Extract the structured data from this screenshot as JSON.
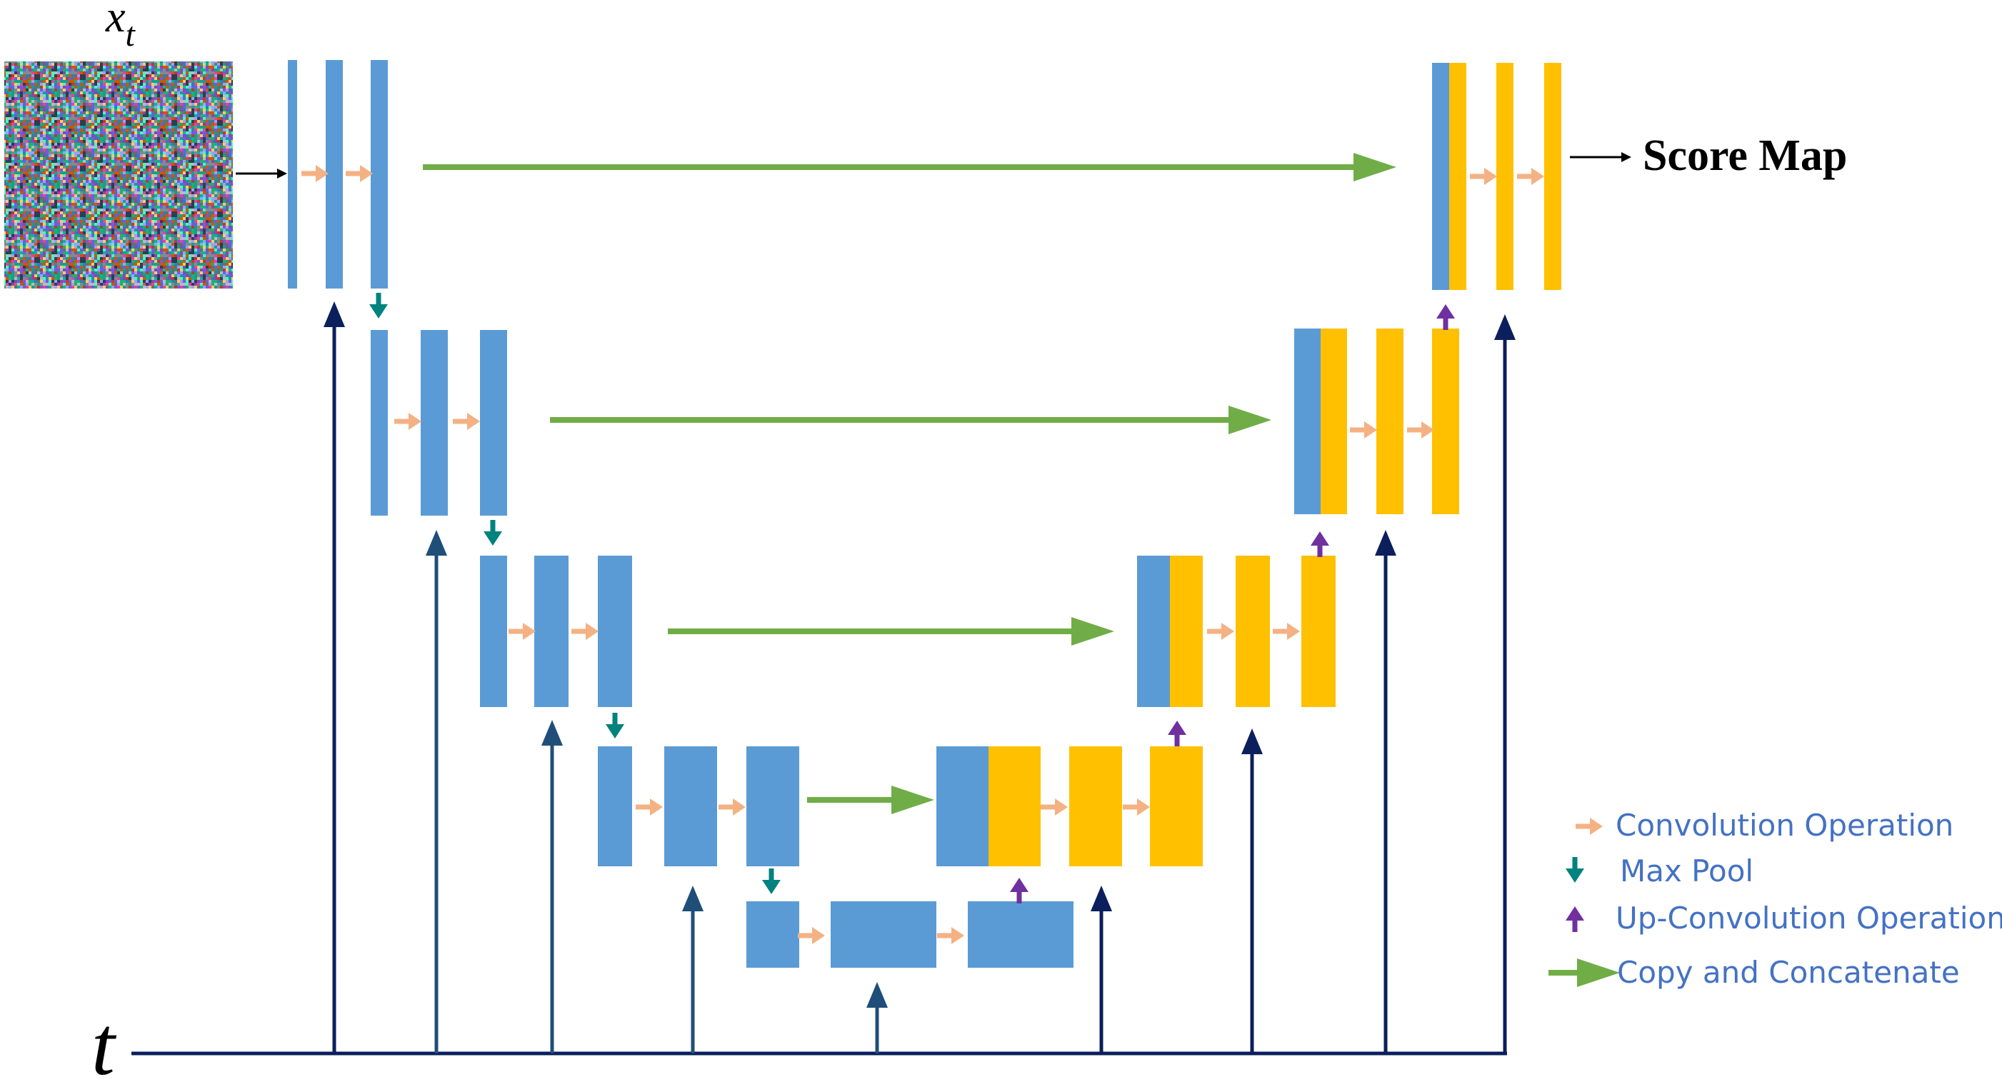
{
  "input_label": {
    "base": "x",
    "subscript": "t"
  },
  "time_label": "t",
  "output_label": "Score Map",
  "legend": {
    "conv": "Convolution Operation",
    "maxpool": "Max Pool",
    "upconv": "Up-Convolution Operation",
    "copy": "Copy and Concatenate"
  },
  "colors": {
    "encoder": "#5b9bd5",
    "decoder": "#ffc000",
    "conv_arrow": "#f4b183",
    "maxpool_arrow": "#00827f",
    "upconv_arrow": "#7030a0",
    "copy_arrow": "#70ad47",
    "time_line": "#0b1f5c"
  }
}
